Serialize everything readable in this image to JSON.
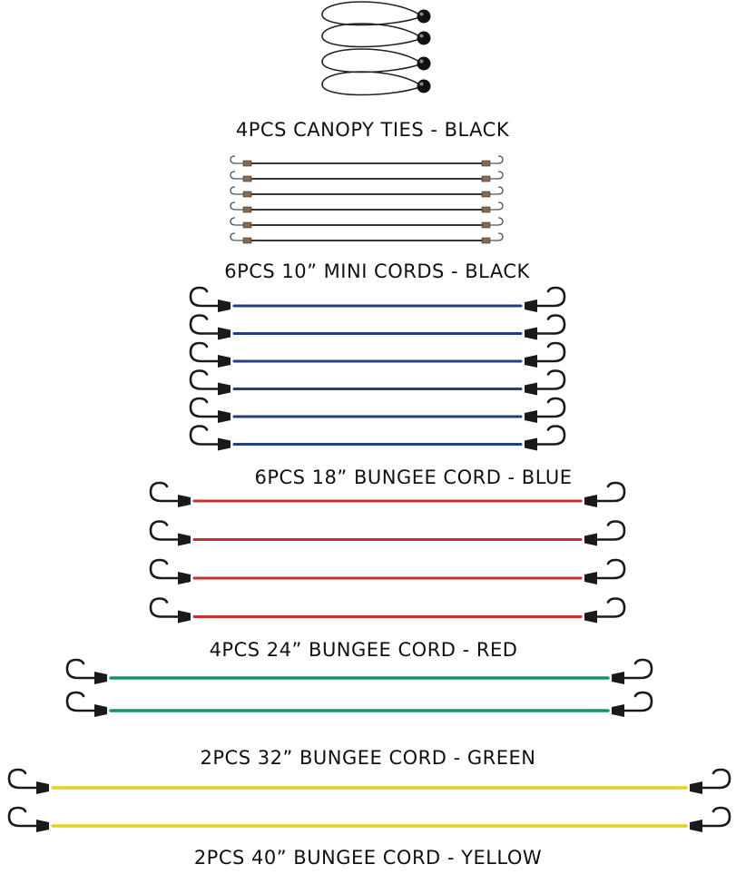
{
  "groups": [
    {
      "caption": "4PCS CANOPY TIES - BLACK",
      "count": 4,
      "cord_color": "#222222",
      "kind": "canopy-tie"
    },
    {
      "caption": "6PCS 10” MINI CORDS - BLACK",
      "count": 6,
      "cord_color": "#1a1a1a",
      "kind": "mini-cord"
    },
    {
      "caption": "6PCS 18” BUNGEE CORD - BLUE",
      "count": 6,
      "cord_color": "#25407e",
      "kind": "bungee"
    },
    {
      "caption": "4PCS 24” BUNGEE CORD - RED",
      "count": 4,
      "cord_color": "#c8302e",
      "kind": "bungee"
    },
    {
      "caption": "2PCS 32” BUNGEE CORD - GREEN",
      "count": 2,
      "cord_color": "#14936a",
      "kind": "bungee"
    },
    {
      "caption": "2PCS 40” BUNGEE CORD - YELLOW",
      "count": 2,
      "cord_color": "#e3d21f",
      "kind": "bungee"
    }
  ],
  "colors": {
    "hook": "#1a1a1a",
    "background": "#ffffff",
    "text": "#111111"
  }
}
